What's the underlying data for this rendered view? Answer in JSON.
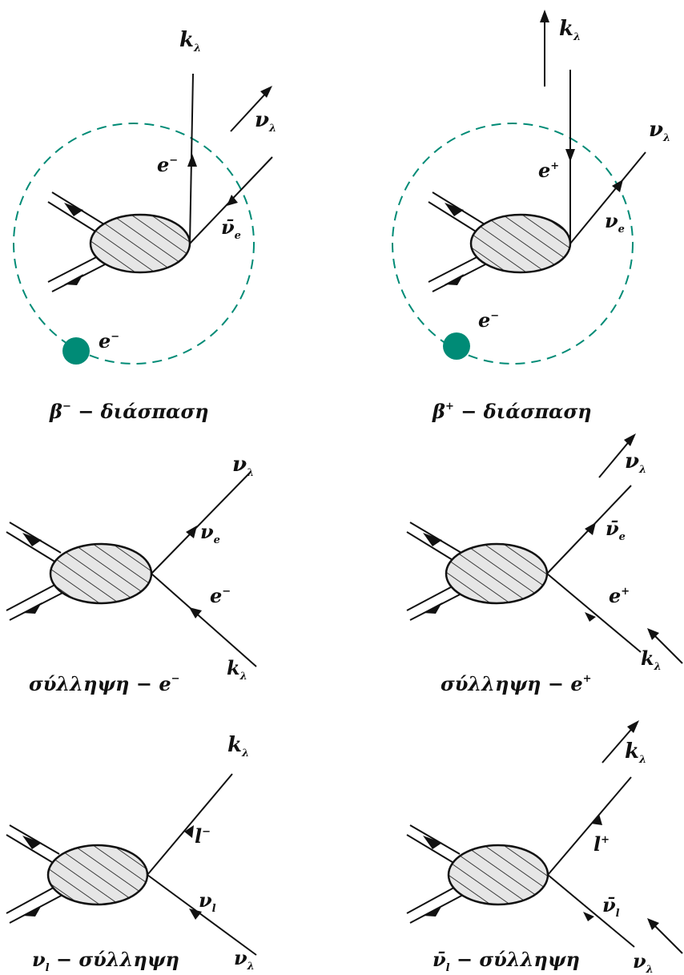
{
  "colors": {
    "ink": "#111111",
    "teal": "#008b76",
    "blob": "#e6e6e6"
  },
  "panels": [
    {
      "id": "beta-minus",
      "caption": {
        "a": "β",
        "sup": "−",
        "b": " − διάσπαση"
      },
      "labels": {
        "top": {
          "base": "k",
          "sub": "λ"
        },
        "nu": {
          "base": "ν",
          "sub": "λ"
        },
        "lep": {
          "base": "e",
          "sup": "−"
        },
        "neu": {
          "base": "ν̄",
          "sub": "e"
        },
        "orb": {
          "base": "e",
          "sup": "−"
        }
      }
    },
    {
      "id": "beta-plus",
      "caption": {
        "a": "β",
        "sup": "+",
        "b": " − διάσπαση"
      },
      "labels": {
        "top": {
          "base": "k",
          "sub": "λ"
        },
        "nu": {
          "base": "ν",
          "sub": "λ"
        },
        "lep": {
          "base": "e",
          "sup": "+"
        },
        "neu": {
          "base": "ν",
          "sub": "e"
        },
        "orb": {
          "base": "e",
          "sup": "−"
        }
      }
    },
    {
      "id": "capture-electron",
      "caption": {
        "a": "σύλληψη − e",
        "sup": "−",
        "b": ""
      },
      "labels": {
        "nu": {
          "base": "ν",
          "sub": "λ"
        },
        "neu": {
          "base": "ν",
          "sub": "e"
        },
        "lep": {
          "base": "e",
          "sup": "−"
        },
        "k": {
          "base": "k",
          "sub": "λ"
        }
      }
    },
    {
      "id": "capture-positron",
      "caption": {
        "a": "σύλληψη − e",
        "sup": "+",
        "b": ""
      },
      "labels": {
        "nu": {
          "base": "ν",
          "sub": "λ"
        },
        "neu": {
          "base": "ν̄",
          "sub": "e"
        },
        "lep": {
          "base": "e",
          "sup": "+"
        },
        "k": {
          "base": "k",
          "sub": "λ"
        }
      }
    },
    {
      "id": "nu-capture",
      "caption": {
        "a": "ν",
        "sub": "l",
        "b": " − σύλληψη"
      },
      "labels": {
        "k": {
          "base": "k",
          "sub": "λ"
        },
        "lep": {
          "base": "l",
          "sup": "−"
        },
        "neu": {
          "base": "ν",
          "sub": "l"
        },
        "nu": {
          "base": "ν",
          "sub": "λ"
        }
      }
    },
    {
      "id": "antinu-capture",
      "caption": {
        "a": "ν̄",
        "sub": "l",
        "b": " − σύλληψη"
      },
      "labels": {
        "k": {
          "base": "k",
          "sub": "λ"
        },
        "lep": {
          "base": "l",
          "sup": "+"
        },
        "neu": {
          "base": "ν̄",
          "sub": "l"
        },
        "nu": {
          "base": "ν",
          "sub": "λ"
        }
      }
    }
  ]
}
